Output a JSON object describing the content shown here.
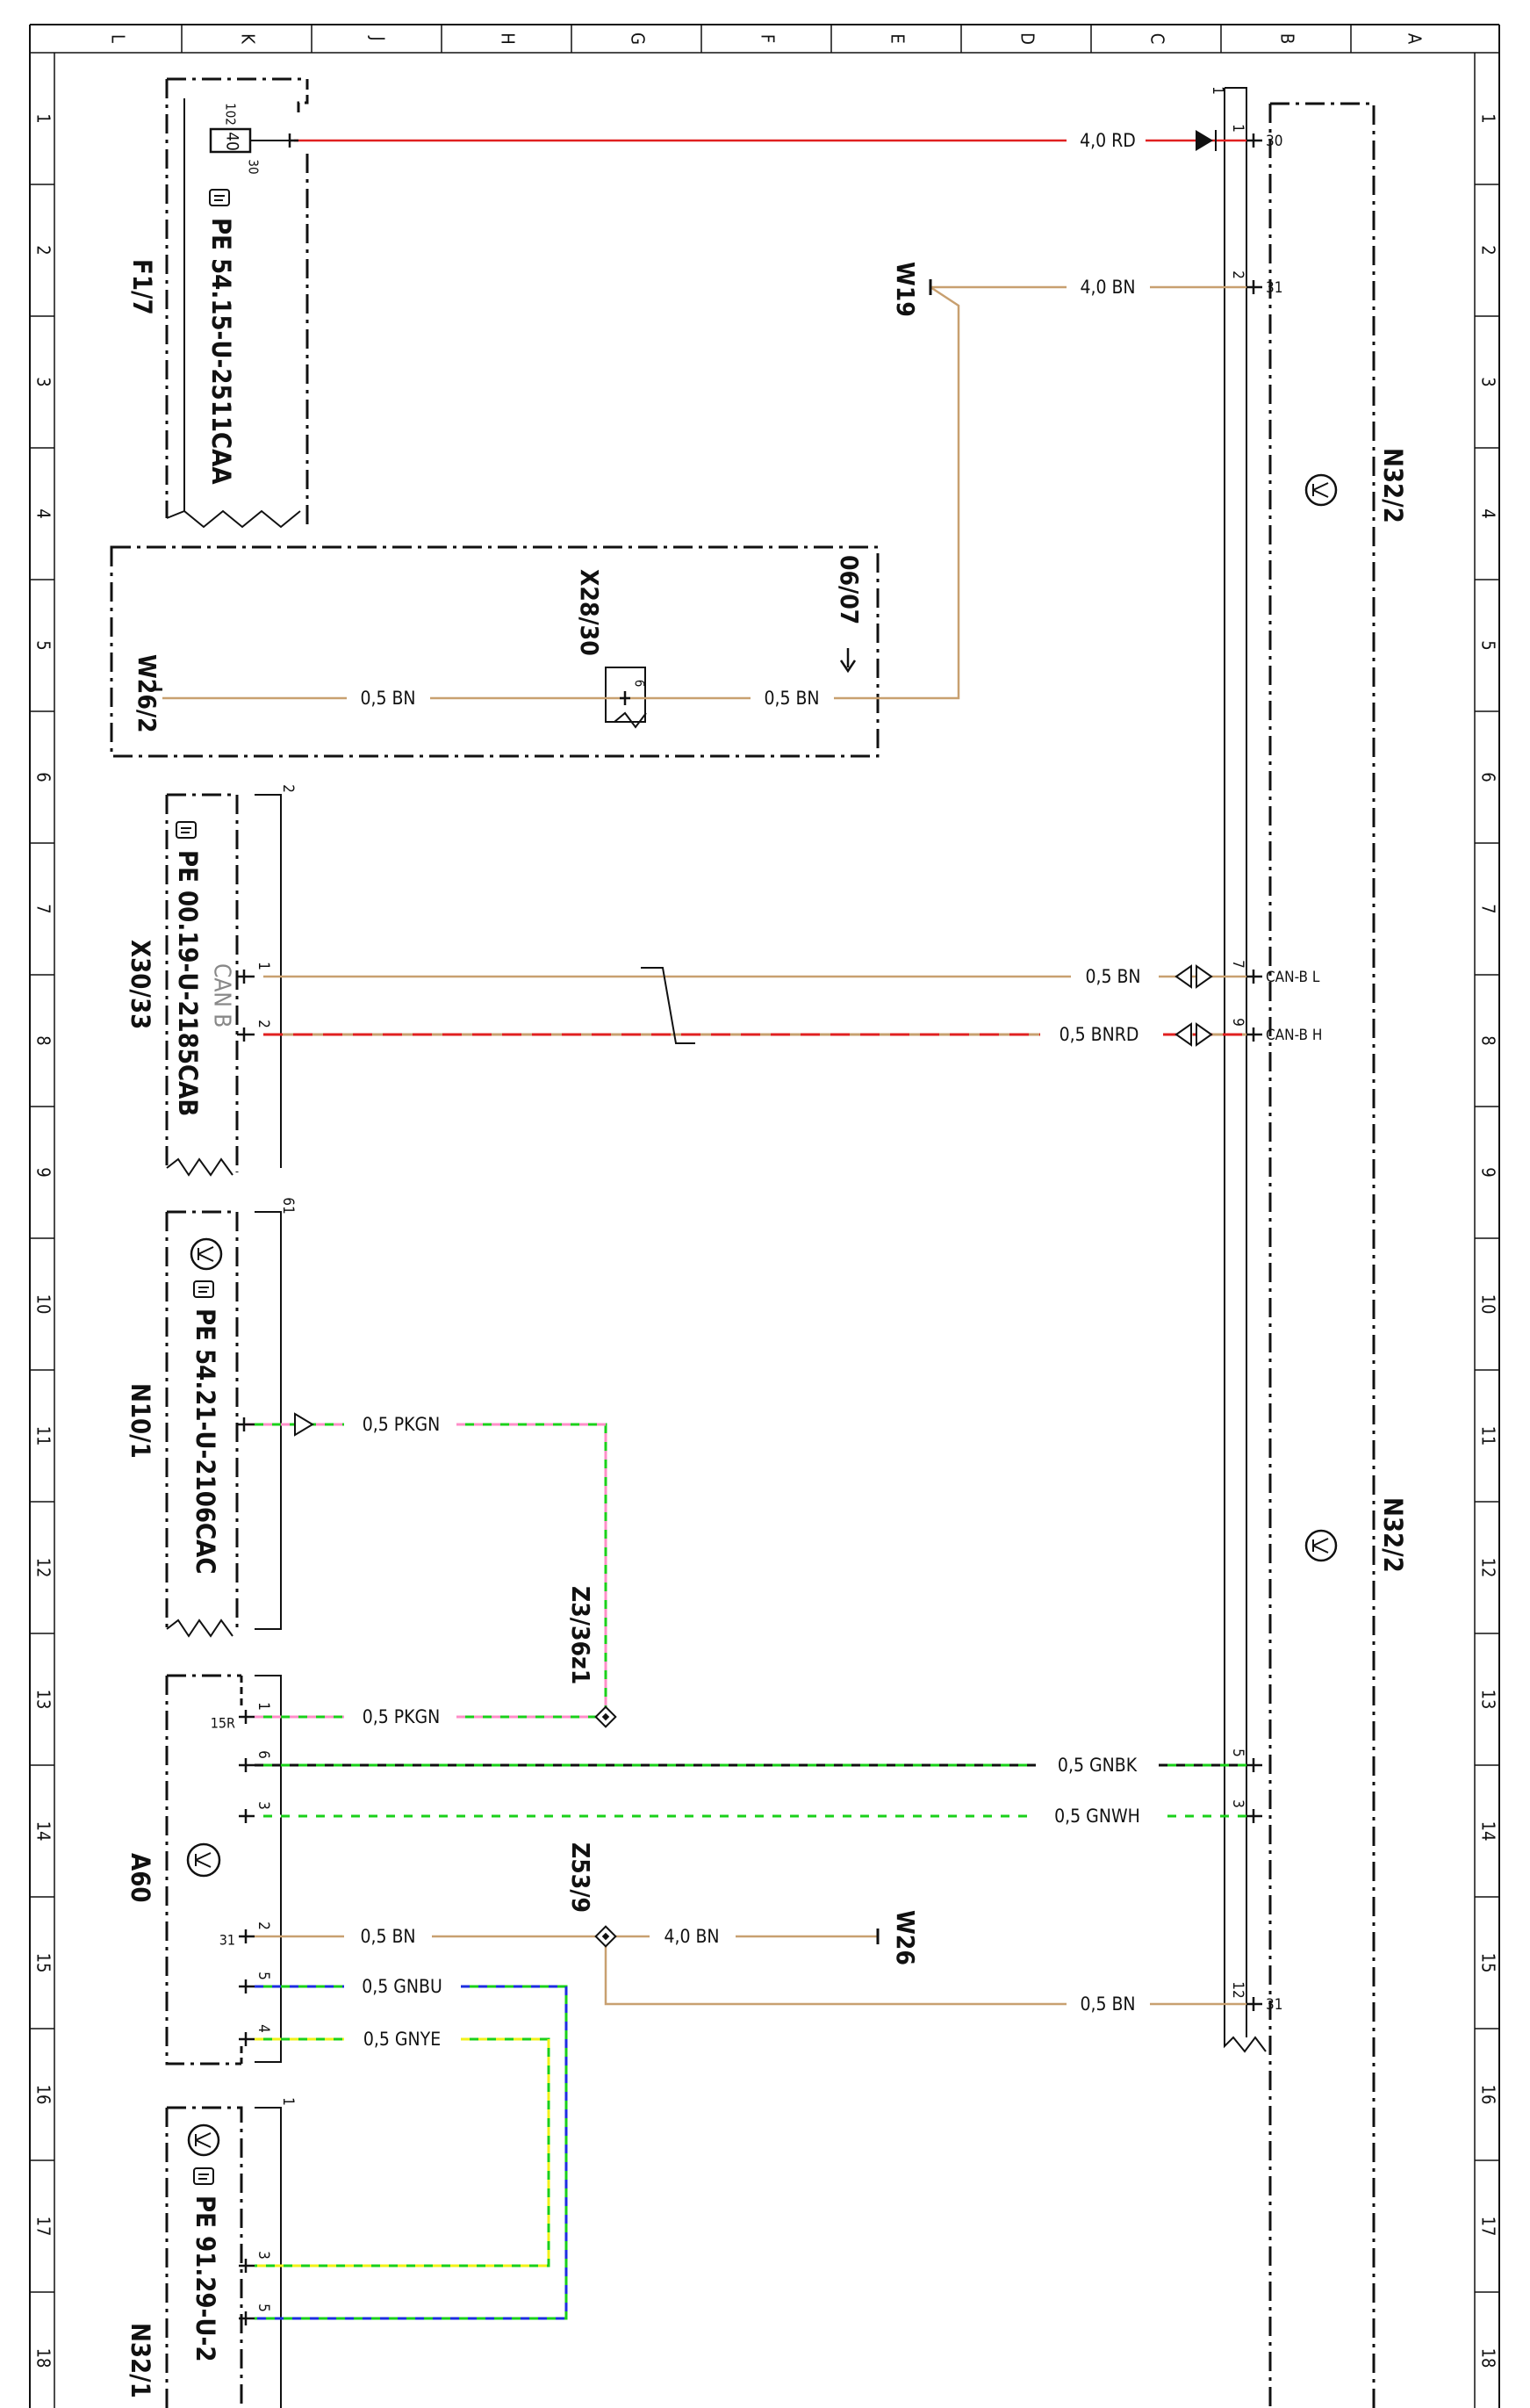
{
  "colors": {
    "frame": "#111111",
    "rd": "#e02020",
    "bn": "#c8a070",
    "gn": "#1ad01a",
    "pk": "#ff8ec8",
    "bk": "#111111",
    "wh": "#ffffff",
    "bu": "#1c2ee0",
    "ye": "#f2f21a"
  },
  "grid": {
    "column_letters": [
      "L",
      "K",
      "J",
      "H",
      "G",
      "F",
      "E",
      "D",
      "C",
      "B",
      "A"
    ],
    "row_numbers": [
      "1",
      "2",
      "3",
      "4",
      "5",
      "6",
      "7",
      "8",
      "9",
      "10",
      "11",
      "12",
      "13",
      "14",
      "15",
      "16",
      "17",
      "18"
    ]
  },
  "components": {
    "f17": {
      "name": "F1/7",
      "ref": "PE 54.15-U-2511CAA",
      "fuse_top": "102",
      "fuse_value": "40",
      "fuse_bottom": "30"
    },
    "n32_2": {
      "name": "N32/2"
    },
    "w19": {
      "name": "W19"
    },
    "x28_30": {
      "name": "X28/30",
      "pin": "6",
      "ref_page": "06/07"
    },
    "w26_2": {
      "name": "W26/2"
    },
    "x30_33": {
      "name": "X30/33",
      "ref": "PE 00.19-U-2185CAB",
      "label": "CAN B",
      "block_num": "2"
    },
    "n10_1": {
      "name": "N10/1",
      "ref": "PE 54.21-U-2106CAC",
      "block_num": "61"
    },
    "z3_36z1": {
      "name": "Z3/36z1"
    },
    "a60": {
      "name": "A60",
      "pin_15r": "15R",
      "pin_31": "31"
    },
    "z53_9": {
      "name": "Z53/9"
    },
    "w26": {
      "name": "W26"
    },
    "n32_1": {
      "name": "N32/1",
      "ref": "PE 91.29-U-2",
      "block_num": "1"
    }
  },
  "n32_2_block": {
    "block_num": "1",
    "pins": [
      {
        "num": "1",
        "label": "30"
      },
      {
        "num": "2",
        "label": "31"
      },
      {
        "num": "7",
        "label": "CAN-B L"
      },
      {
        "num": "9",
        "label": "CAN-B H"
      },
      {
        "num": "5",
        "label": ""
      },
      {
        "num": "3",
        "label": ""
      },
      {
        "num": "12",
        "label": "31"
      }
    ]
  },
  "wires": {
    "rd_40": "4,0 RD",
    "bn_40_w19": "4,0 BN",
    "bn_05_x28_left": "0,5 BN",
    "bn_05_x28_right": "0,5 BN",
    "can_l": "0,5 BN",
    "can_h": "0,5 BNRD",
    "pkgn_n10": "0,5 PKGN",
    "pkgn_a60": "0,5 PKGN",
    "gnbk": "0,5 GNBK",
    "gnwh": "0,5 GNWH",
    "bn_05_a60": "0,5 BN",
    "bn_40_w26": "4,0 BN",
    "bn_05_n32": "0,5 BN",
    "gnbu": "0,5 GNBU",
    "gnye": "0,5 GNYE"
  },
  "pin_numbers": {
    "x30_33_pin1": "1",
    "x30_33_pin2": "2",
    "a60_pin1": "1",
    "a60_pin6": "6",
    "a60_pin3": "3",
    "a60_pin2": "2",
    "a60_pin5": "5",
    "a60_pin4": "4",
    "n32_1_pin3": "3",
    "n32_1_pin5": "5"
  }
}
